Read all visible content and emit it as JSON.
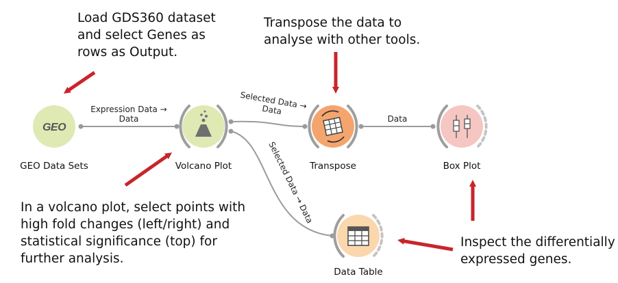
{
  "annotations": {
    "load_dataset": "Load GDS360 dataset\nand select Genes as\nrows as Output.",
    "transpose_hint": "Transpose the data to\nanalyse with other tools.",
    "volcano_hint": "In a volcano plot, select points with\nhigh fold changes (left/right) and\nstatistical significance (top) for\nfurther analysis.",
    "inspect_hint": "Inspect the differentially\nexpressed genes."
  },
  "nodes": {
    "geo": {
      "label": "GEO Data Sets",
      "icon_text": "GEO",
      "color": "#dfe9b4"
    },
    "volcano": {
      "label": "Volcano Plot",
      "color": "#dfe9b4"
    },
    "transpose": {
      "label": "Transpose",
      "color": "#f4a56e"
    },
    "boxplot": {
      "label": "Box Plot",
      "color": "#f6c6c2"
    },
    "datatable": {
      "label": "Data Table",
      "color": "#fbd7ad"
    }
  },
  "links": {
    "geo_volcano": "Expression Data →\nData",
    "volcano_transpose": "Selected Data →\nData",
    "transpose_boxplot": "Data",
    "volcano_datatable": "Selected Data → Data"
  },
  "colors": {
    "arrow": "#c8252b",
    "link": "#9a9a9a",
    "ring": "#9e9e9e"
  }
}
